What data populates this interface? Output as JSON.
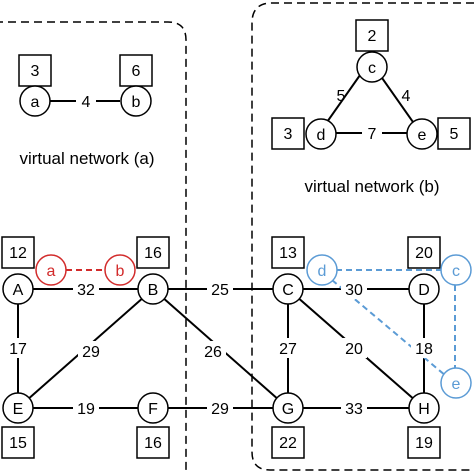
{
  "colors": {
    "stroke": "#000000",
    "mapped_red": "#d22b2b",
    "mapped_blue": "#5b9bd5",
    "background": "#ffffff"
  },
  "virtual_network_a": {
    "caption": "virtual network (a)",
    "nodes": [
      {
        "id": "a",
        "label": "a",
        "capacity": "3"
      },
      {
        "id": "b",
        "label": "b",
        "capacity": "6"
      }
    ],
    "edges": [
      {
        "from": "a",
        "to": "b",
        "weight": "4"
      }
    ]
  },
  "virtual_network_b": {
    "caption": "virtual network (b)",
    "nodes": [
      {
        "id": "c",
        "label": "c",
        "capacity": "2"
      },
      {
        "id": "d",
        "label": "d",
        "capacity": "3"
      },
      {
        "id": "e",
        "label": "e",
        "capacity": "5"
      }
    ],
    "edges": [
      {
        "from": "c",
        "to": "d",
        "weight": "5"
      },
      {
        "from": "c",
        "to": "e",
        "weight": "4"
      },
      {
        "from": "d",
        "to": "e",
        "weight": "7"
      }
    ]
  },
  "substrate_network": {
    "nodes": [
      {
        "id": "A",
        "label": "A",
        "capacity": "12"
      },
      {
        "id": "B",
        "label": "B",
        "capacity": "16"
      },
      {
        "id": "C",
        "label": "C",
        "capacity": "13"
      },
      {
        "id": "D",
        "label": "D",
        "capacity": "20"
      },
      {
        "id": "E",
        "label": "E",
        "capacity": "15"
      },
      {
        "id": "F",
        "label": "F",
        "capacity": "16"
      },
      {
        "id": "G",
        "label": "G",
        "capacity": "22"
      },
      {
        "id": "H",
        "label": "H",
        "capacity": "19"
      }
    ],
    "edges": [
      {
        "from": "A",
        "to": "B",
        "weight": "32"
      },
      {
        "from": "B",
        "to": "C",
        "weight": "25"
      },
      {
        "from": "C",
        "to": "D",
        "weight": "30"
      },
      {
        "from": "A",
        "to": "E",
        "weight": "17"
      },
      {
        "from": "B",
        "to": "E",
        "weight": "29"
      },
      {
        "from": "B",
        "to": "G",
        "weight": "26"
      },
      {
        "from": "C",
        "to": "G",
        "weight": "27"
      },
      {
        "from": "C",
        "to": "H",
        "weight": "20"
      },
      {
        "from": "D",
        "to": "H",
        "weight": "18"
      },
      {
        "from": "E",
        "to": "F",
        "weight": "19"
      },
      {
        "from": "F",
        "to": "G",
        "weight": "29"
      },
      {
        "from": "G",
        "to": "H",
        "weight": "33"
      }
    ]
  },
  "mapped_nodes": [
    {
      "label": "a",
      "color": "red"
    },
    {
      "label": "b",
      "color": "red"
    },
    {
      "label": "d",
      "color": "blue"
    },
    {
      "label": "c",
      "color": "blue"
    },
    {
      "label": "e",
      "color": "blue"
    }
  ]
}
